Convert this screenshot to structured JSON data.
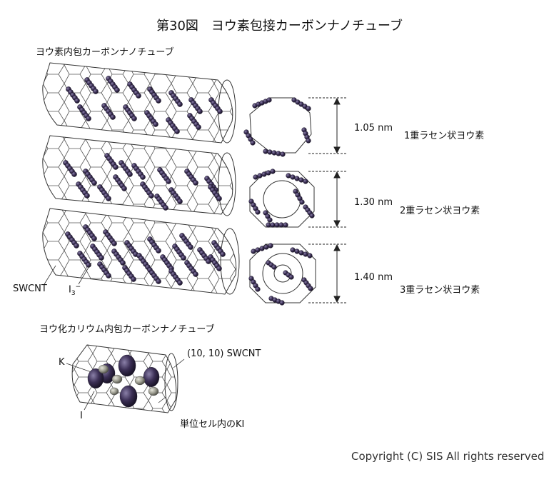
{
  "title": "第30図　ヨウ素包接カーボンナノチューブ",
  "section_iodine": "ヨウ素内包カーボンナノチューブ",
  "section_ki": "ヨウ化カリウム内包カーボンナノチューブ",
  "labels": {
    "swcnt": "SWCNT",
    "i3": "I",
    "i3_sub": "3",
    "i3_sup": "−",
    "swcnt_1010": "(10, 10) SWCNT",
    "k": "K",
    "i": "I",
    "unit_cell": "単位セル内のKI"
  },
  "rows": [
    {
      "diameter": "1.05 nm",
      "helix": "1重ラセン状ヨウ素"
    },
    {
      "diameter": "1.30 nm",
      "helix": "2重ラセン状ヨウ素"
    },
    {
      "diameter": "1.40 nm",
      "helix": "3重ラセン状ヨウ素"
    }
  ],
  "copyright": "Copyright (C) SIS All rights reserved",
  "colors": {
    "iodine": "#3b2f55",
    "potassium": "#9a9a8e",
    "lattice": "#444444"
  }
}
